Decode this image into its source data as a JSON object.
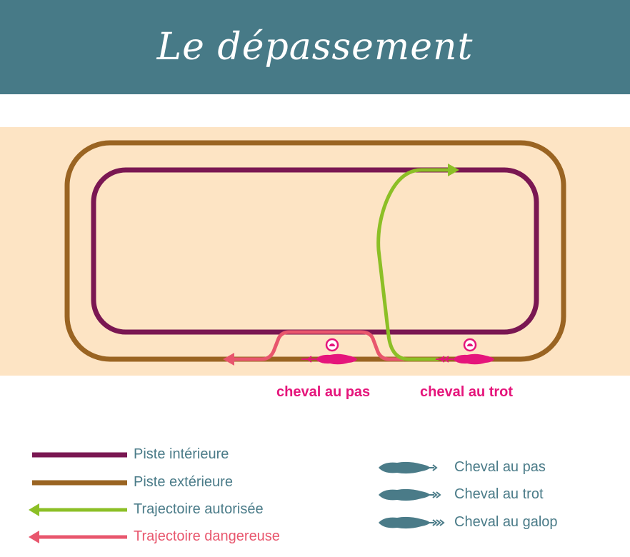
{
  "title": "Le dépassement",
  "labels": {
    "walking_horse": "cheval au pas",
    "trotting_horse": "cheval au trot"
  },
  "legend": {
    "inner_track": "Piste intérieure",
    "outer_track": "Piste extérieure",
    "allowed_path": "Trajectoire autorisée",
    "dangerous_path": "Trajectoire dangereuse",
    "horse_walk": "Cheval au pas",
    "horse_trot": "Cheval au trot",
    "horse_gallop": "Cheval au galop"
  },
  "colors": {
    "banner": "#477a87",
    "arena": "#fde4c4",
    "inner_track": "#7a1752",
    "outer_track": "#9a6422",
    "allowed_path": "#8cbf26",
    "dangerous_path": "#e8566d",
    "horse_highlight": "#e5157b",
    "legend_horse": "#4a7b88"
  }
}
